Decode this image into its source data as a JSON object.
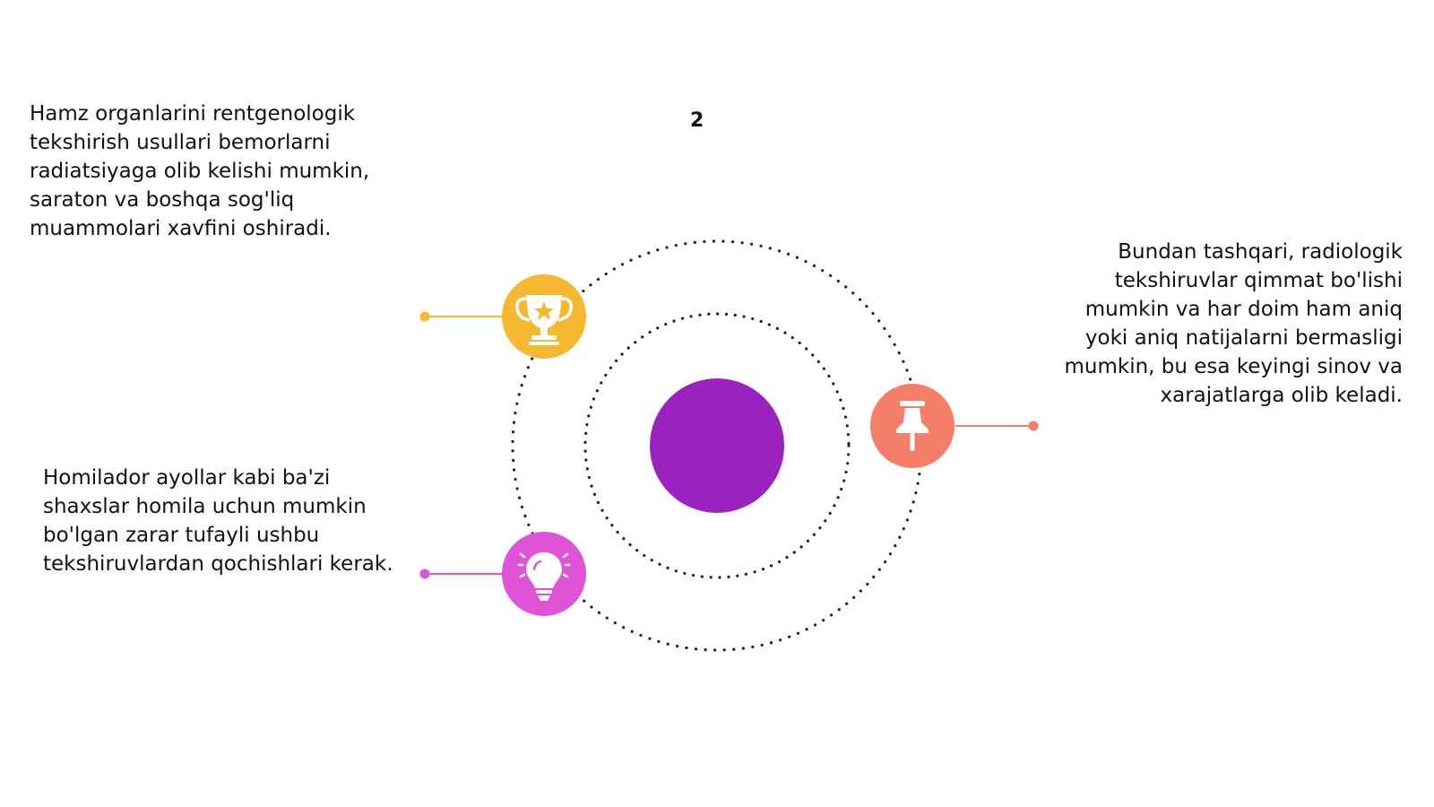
{
  "page_number": "2",
  "blocks": {
    "top_left": "Hamz organlarini rentgenologik tekshirish usullari bemorlarni radiatsiyaga olib kelishi mumkin, saraton va boshqa sog'liq muammolari xavfini oshiradi.",
    "bottom_left": "Homilador ayollar kabi ba'zi shaxslar homila uchun mumkin bo'lgan zarar tufayli ushbu tekshiruvlardan qochishlari kerak.",
    "right": "Bundan tashqari, radiologik tekshiruvlar qimmat bo'lishi mumkin va har doim ham aniq yoki aniq natijalarni bermasligi mumkin, bu esa keyingi sinov va xarajatlarga olib keladi."
  },
  "nodes": {
    "trophy": {
      "icon": "trophy-icon",
      "color": "#F5B82E"
    },
    "pin": {
      "icon": "pushpin-icon",
      "color": "#F47E67"
    },
    "bulb": {
      "icon": "lightbulb-icon",
      "color": "#E052D6"
    }
  },
  "colors": {
    "center": "#9B22BE",
    "orbit": "#222222"
  }
}
